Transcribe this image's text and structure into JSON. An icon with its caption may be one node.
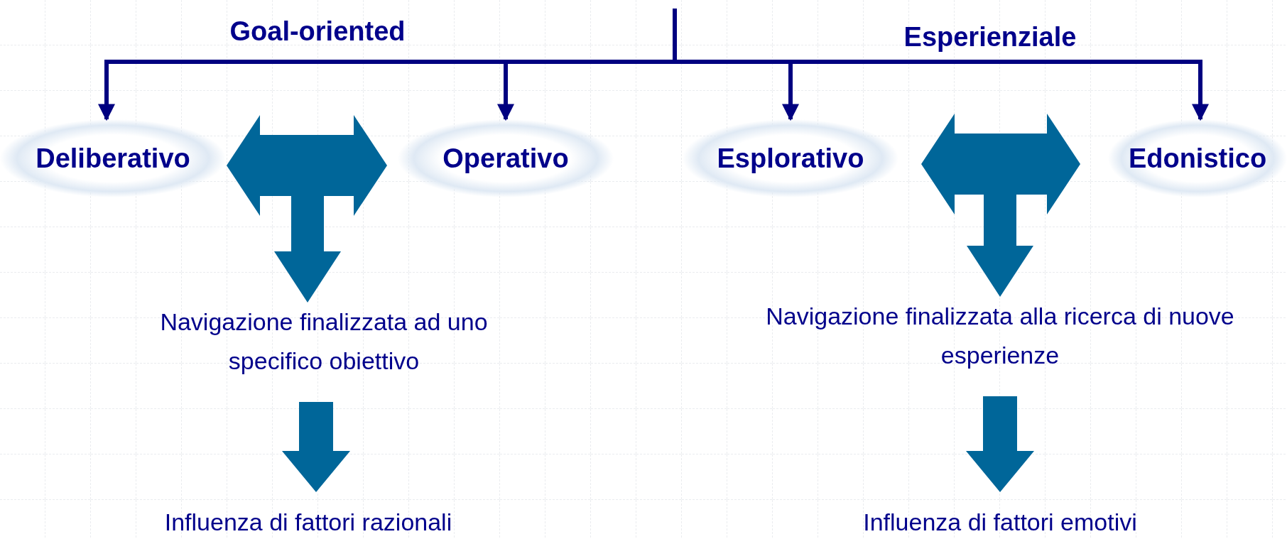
{
  "diagram": {
    "nodes": [
      {
        "text": [
          "Deliberativo"
        ]
      },
      {
        "text": [
          "Operativo"
        ]
      },
      {
        "text": [
          "Esplorativo"
        ]
      },
      {
        "text": [
          "Edonistico"
        ]
      },
      {
        "text": [
          "Navigazione finalizzata ad uno specifico obiettivo"
        ]
      },
      {
        "text": [
          "Influenza di fattori razionali"
        ]
      },
      {
        "text": [
          "Navigazione finalizzata alla ricerca di nuove esperienze"
        ]
      },
      {
        "text": [
          "Influenza di fattori emotivi"
        ]
      }
    ],
    "edges": [
      {
        "from": null,
        "to": 0,
        "arrow": "to"
      },
      {
        "from": null,
        "to": 1,
        "arrow": "to"
      },
      {
        "from": null,
        "to": 2,
        "arrow": "to"
      },
      {
        "from": null,
        "to": 3,
        "arrow": "to"
      },
      {
        "from": 0,
        "to": 1,
        "arrow": "both"
      },
      {
        "from": 0,
        "to": 4,
        "arrow": "to"
      },
      {
        "from": 1,
        "to": 4,
        "arrow": "to"
      },
      {
        "from": 2,
        "to": 3,
        "arrow": "both"
      },
      {
        "from": 2,
        "to": 6,
        "arrow": "to"
      },
      {
        "from": 3,
        "to": 6,
        "arrow": "to"
      },
      {
        "from": 4,
        "to": 5,
        "arrow": "to"
      },
      {
        "from": 6,
        "to": 7,
        "arrow": "to"
      }
    ],
    "labels": [
      "Goal-oriented",
      "Esperienziale"
    ]
  }
}
